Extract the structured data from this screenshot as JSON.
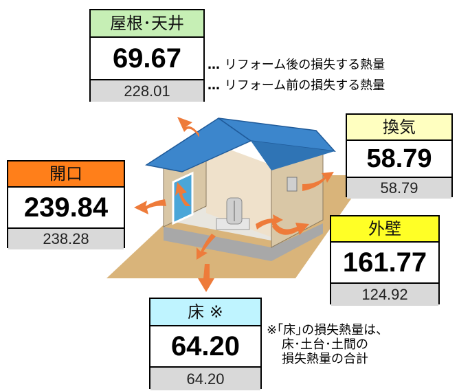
{
  "legend": {
    "after_label": "リフォーム後の損失する熱量",
    "before_label": "リフォーム前の損失する熱量",
    "dots": "…"
  },
  "boxes": {
    "roof": {
      "title": "屋根･天井",
      "after": "69.67",
      "before": "228.01",
      "color": "#c6efb5"
    },
    "vent": {
      "title": "換気",
      "after": "58.79",
      "before": "58.79",
      "color": "#ffffc0"
    },
    "opening": {
      "title": "開口",
      "after": "239.84",
      "before": "238.28",
      "color": "#ff7f1a"
    },
    "wall": {
      "title": "外壁",
      "after": "161.77",
      "before": "124.92",
      "color": "#ffff26"
    },
    "floor": {
      "title": "床 ※",
      "after": "64.20",
      "before": "64.20",
      "color": "#bff4ff"
    }
  },
  "note": {
    "line1": "※｢床｣の損失熱量は、",
    "line2": "床･土台･土間の",
    "line3": "損失熱量の合計"
  },
  "colors": {
    "arrow": "#ee7b3a",
    "roof_blue": "#3c86cc",
    "wall_tan": "#d9c7a6",
    "ground": "#d9b47a",
    "window": "#4aa6d8"
  }
}
